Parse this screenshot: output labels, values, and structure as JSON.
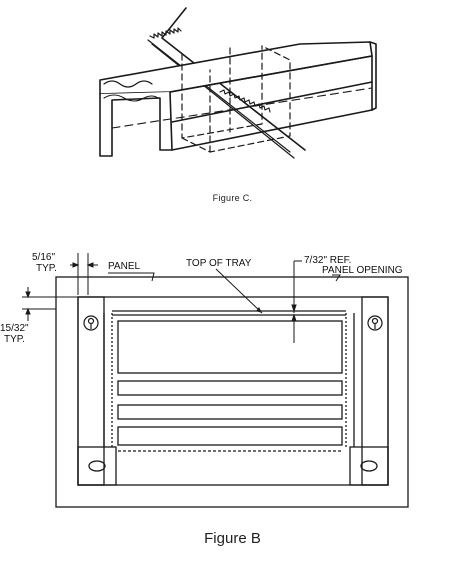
{
  "figure_c": {
    "caption": "Figure C."
  },
  "figure_b": {
    "caption": "Figure B",
    "labels": {
      "dim_516": "5/16\"",
      "typ_1": "TYP.",
      "panel": "PANEL",
      "top_of_tray": "TOP OF TRAY",
      "ref_732": "7/32\" REF.",
      "panel_opening": "PANEL OPENING",
      "dim_1532": "15/32\"",
      "typ_2": "TYP."
    }
  }
}
